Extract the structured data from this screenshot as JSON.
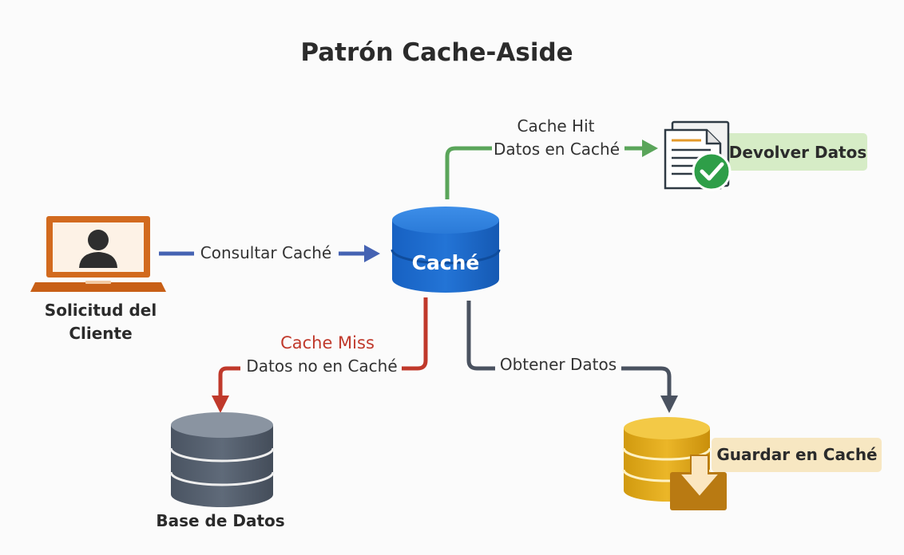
{
  "title": "Patrón Cache-Aside",
  "nodes": {
    "client": {
      "label_line1": "Solicitud del",
      "label_line2": "Cliente",
      "icon": "laptop-user-icon"
    },
    "cache": {
      "label": "Caché",
      "icon": "database-icon"
    },
    "return_data": {
      "label": "Devolver Datos",
      "icon": "document-check-icon"
    },
    "database": {
      "label": "Base de Datos",
      "icon": "database-icon"
    },
    "store_cache": {
      "label": "Guardar en Caché",
      "icon": "database-download-icon"
    }
  },
  "edges": {
    "query": {
      "label": "Consultar Caché"
    },
    "hit": {
      "title": "Cache Hit",
      "label": "Datos en Caché"
    },
    "miss": {
      "title": "Cache Miss",
      "label": "Datos no en Caché"
    },
    "fetch": {
      "label": "Obtener Datos"
    }
  },
  "colors": {
    "query": "#4563b3",
    "hit": "#5aa55a",
    "miss": "#c0392b",
    "fetch": "#4a5260",
    "cache": "#1f6fcf",
    "laptop": "#d06a1f",
    "database": "#5d6876",
    "store": "#e3ab17",
    "return_bg": "#d6ecc6",
    "store_bg": "#f7e7c2"
  }
}
